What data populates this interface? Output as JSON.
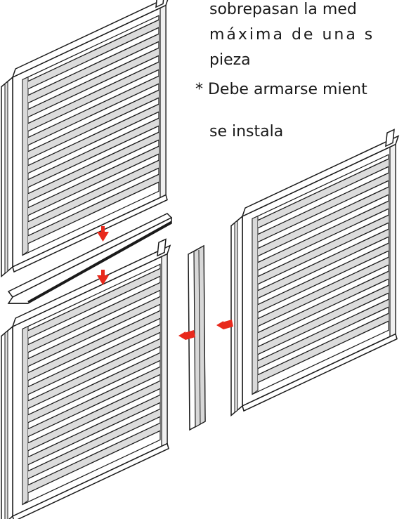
{
  "notes": {
    "line1": "sobrepasan la med",
    "line2": "máxima de una s",
    "line3": "pieza",
    "line4": "* Debe armarse mient",
    "line5": "se instala"
  },
  "colors": {
    "arrow": "#e8291c",
    "ink": "#1a1a1a",
    "frame_shade": "#dcdcdc"
  }
}
